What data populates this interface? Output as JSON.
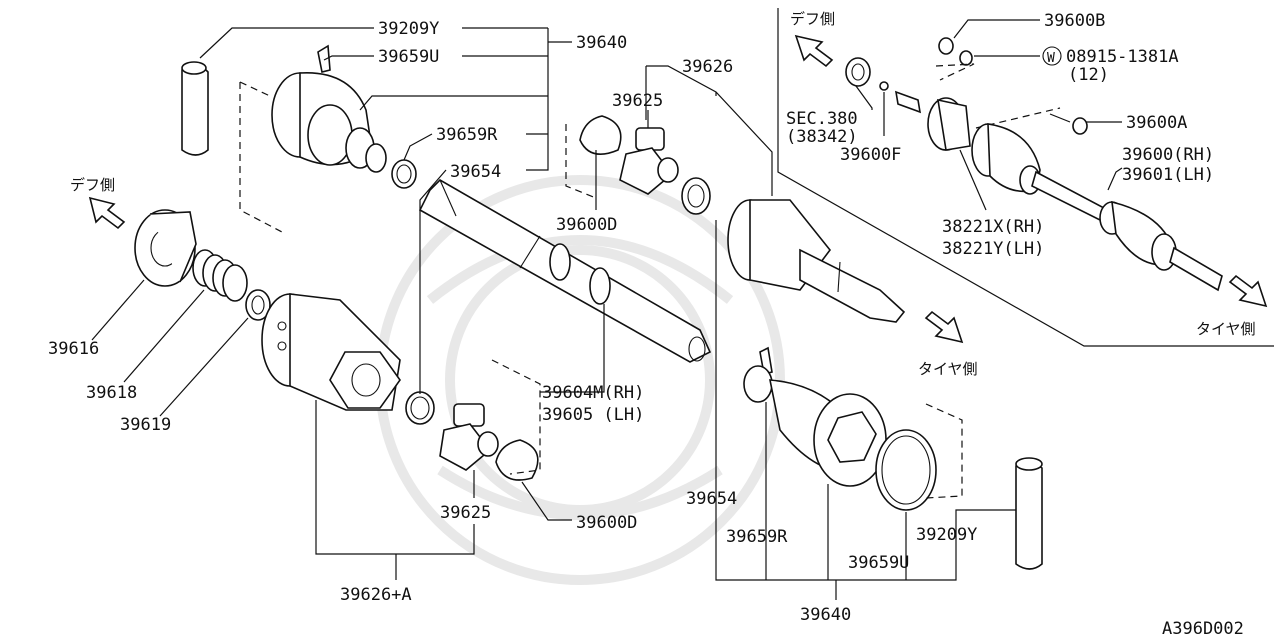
{
  "diagram": {
    "part_numbers": {
      "p39209Y_top": "39209Y",
      "p39659U_top": "39659U",
      "p39640_top": "39640",
      "p39659R_top": "39659R",
      "p39654_top": "39654",
      "p39626": "39626",
      "p39625_top": "39625",
      "p39600D_top": "39600D",
      "p39616": "39616",
      "p39618": "39618",
      "p39619": "39619",
      "p39604M": "39604M(RH)",
      "p39605": "39605 (LH)",
      "p39625_bot": "39625",
      "p39600D_bot": "39600D",
      "p39626A": "39626+A",
      "p39654_bot": "39654",
      "p39659R_bot": "39659R",
      "p39659U_bot": "39659U",
      "p39209Y_bot": "39209Y",
      "p39640_bot": "39640",
      "p39600B": "39600B",
      "p08915": "08915-1381A",
      "p08915_qty": "(12)",
      "p08915_mark": "W",
      "sec380": "SEC.380",
      "sec380_ref": "(38342)",
      "p39600F": "39600F",
      "p39600A": "39600A",
      "p39600RH": "39600(RH)",
      "p39601LH": "39601(LH)",
      "p38221X": "38221X(RH)",
      "p38221Y": "38221Y(LH)"
    },
    "directions": {
      "diff_side_left": "デフ側",
      "diff_side_top": "デフ側",
      "tire_side_mid": "タイヤ側",
      "tire_side_right": "タイヤ側"
    },
    "figure_code": "A396D002",
    "colors": {
      "line": "#111111",
      "background": "#ffffff",
      "watermark": "#e8e8e8"
    }
  }
}
